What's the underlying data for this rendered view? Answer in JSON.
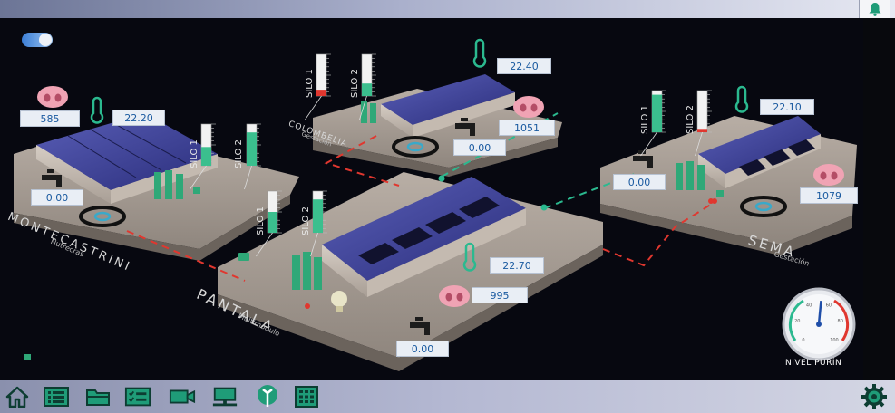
{
  "toolbar": {
    "bell_icon": "bell-icon",
    "settings_icon": "gear-icon"
  },
  "colors": {
    "accent": "#1f9c78",
    "panel_text": "#1a5aa0",
    "pipe": "#e0372f",
    "pipe_ok": "#2bb98f"
  },
  "farms": [
    {
      "name": "MONTECASTRINI",
      "subtitle": "Nutrecras",
      "pigs": "585",
      "temperature": "22.20",
      "water": "0.00",
      "silo1_label": "SILO 1",
      "silo2_label": "SILO 2"
    },
    {
      "name": "COLOMBELIA",
      "subtitle": "Gestación",
      "pigs": "1051",
      "temperature": "22.40",
      "water": "0.00",
      "silo1_label": "SILO 1",
      "silo2_label": "SILO 2"
    },
    {
      "name": "PANTALA",
      "subtitle": "Multimódulo",
      "pigs": "995",
      "temperature": "22.70",
      "water": "0.00",
      "silo1_label": "SILO 1",
      "silo2_label": "SILO 2"
    },
    {
      "name": "SEMA",
      "subtitle": "Gestación",
      "pigs": "1079",
      "temperature": "22.10",
      "water": "0.00",
      "silo1_label": "SILO 1",
      "silo2_label": "SILO 2"
    }
  ],
  "silo_levels": {
    "montecastrini": [
      0.45,
      0.8
    ],
    "colombelia": [
      0.15,
      0.3
    ],
    "pantala": [
      0.5,
      0.8
    ],
    "sema": [
      0.9,
      0.08
    ]
  },
  "gauge": {
    "label": "NIVEL PURÍN",
    "ticks": [
      "0",
      "20",
      "40",
      "60",
      "80",
      "100"
    ],
    "value": 52
  },
  "bottom_nav": [
    {
      "icon": "home-icon"
    },
    {
      "icon": "list-icon"
    },
    {
      "icon": "folder-icon"
    },
    {
      "icon": "checklist-icon"
    },
    {
      "icon": "camera-icon"
    },
    {
      "icon": "monitor-icon"
    },
    {
      "icon": "antenna-icon"
    },
    {
      "icon": "grid-icon"
    }
  ]
}
